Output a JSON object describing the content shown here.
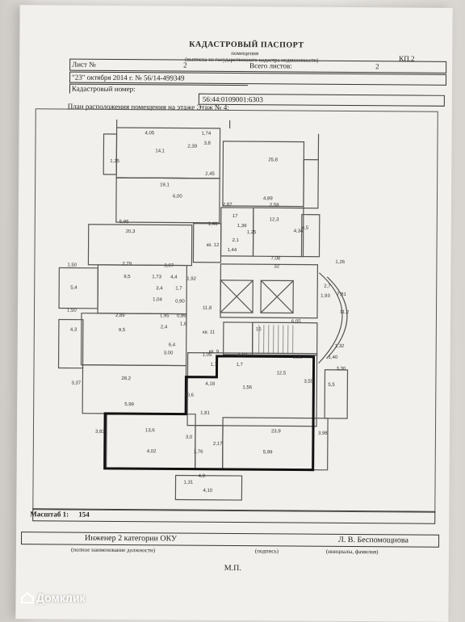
{
  "document": {
    "title": "КАДАСТРОВЫЙ ПАСПОРТ",
    "subtitle": "помещения",
    "subtitle_note": "(выписка из государственного кадастра недвижимости)",
    "form_code": "КП.2",
    "sheet_label": "Лист №",
    "sheet_number": "2",
    "total_sheets_label": "Всего листов:",
    "total_sheets": "2",
    "date": "\"23\" октября 2014 г. № 56/14-499349",
    "cadastral_label": "Кадастровый номер:",
    "cadastral_number": "56:44:0109001:6303",
    "plan_title": "План расположения помещения на этаже Этаж № 4:",
    "scale_label": "Масштаб 1:",
    "scale_value": "154",
    "engineer_position": "Инженер 2 категории ОКУ",
    "engineer_name": "Л. В. Беспомощнова",
    "caption_position": "(полное наименование должности)",
    "caption_signature": "(подпись)",
    "caption_name": "(инициалы, фамилия)",
    "stamp": "М.П."
  },
  "plan_labels": [
    "4,05",
    "14,1",
    "1,74",
    "3,8",
    "2,39",
    "25,8",
    "1,35",
    "19,1",
    "6,00",
    "2,45",
    "5,95",
    "20,3",
    "2,87",
    "17",
    "2,58",
    "12,3",
    "4,89",
    "1,46",
    "кв. 12",
    "4,5",
    "1,39",
    "1,25",
    "2,1",
    "4,34",
    "1,44",
    "7,08",
    "32",
    "1,26",
    "2,79",
    "9,5",
    "3,07",
    "4,4",
    "1,50",
    "5,4",
    "1,73",
    "3,4",
    "1,7",
    "1,04",
    "0,90",
    "2,7",
    "1,93",
    "7,81",
    "11,2",
    "1,50",
    "2,89",
    "9,5",
    "1,95",
    "2,4",
    "0,86",
    "1,6",
    "6,4",
    "4,3",
    "3,00",
    "15",
    "6,05",
    "1,32",
    "кв. 9",
    "1,05",
    "1,87",
    "3,51",
    "1,7",
    "1,7",
    "12,5",
    "28,2",
    "4,18",
    "10,6",
    "5,99",
    "1,40",
    "5,5",
    "3,30",
    "13,6",
    "3,0",
    "23,9",
    "1,81",
    "3,83",
    "3,98",
    "4,02",
    "1,76",
    "5,99",
    "4,8",
    "1,31",
    "4,10",
    "11,8",
    "кв. 11",
    "2,17",
    "1,56",
    "1,92",
    "3,55",
    "3,37"
  ],
  "watermark": "Домклик"
}
